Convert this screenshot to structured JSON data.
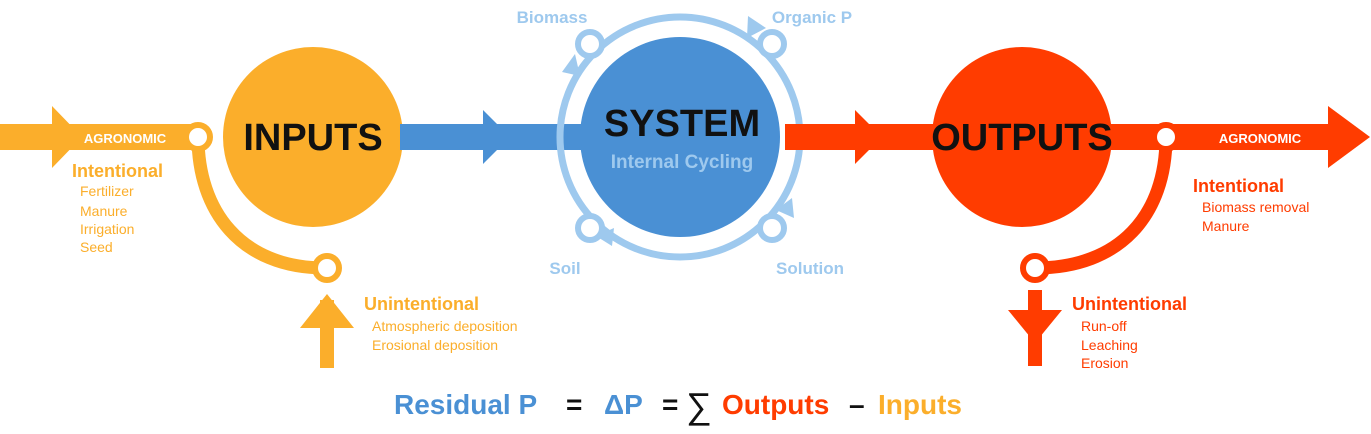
{
  "colors": {
    "inputs": "#fbae2b",
    "system": "#4a90d4",
    "system_light": "#9ec9ee",
    "outputs": "#ff3c00",
    "text_dark": "#111111",
    "white": "#ffffff"
  },
  "icons": {
    "node": "open-circle-node",
    "arrowhead": "triangle-arrowhead"
  },
  "inputs": {
    "title": "INPUTS",
    "agronomic_label": "AGRONOMIC",
    "intentional": {
      "heading": "Intentional",
      "items": [
        "Fertilizer",
        "Manure",
        "Irrigation",
        "Seed"
      ]
    },
    "unintentional": {
      "heading": "Unintentional",
      "items": [
        "Atmospheric deposition",
        "Erosional deposition"
      ]
    }
  },
  "system": {
    "title": "SYSTEM",
    "subtitle": "Internal Cycling",
    "pools": [
      "Biomass",
      "Organic P",
      "Solution",
      "Soil"
    ]
  },
  "outputs": {
    "title": "OUTPUTS",
    "agronomic_label": "AGRONOMIC",
    "intentional": {
      "heading": "Intentional",
      "items": [
        "Biomass removal",
        "Manure"
      ]
    },
    "unintentional": {
      "heading": "Unintentional",
      "items": [
        "Run-off",
        "Leaching",
        "Erosion"
      ]
    }
  },
  "equation": {
    "residual": "Residual P",
    "equals1": "=",
    "delta": "ΔP",
    "equals2": "=",
    "sum": "∑",
    "outputs": "Outputs",
    "minus": "–",
    "inputs": "Inputs"
  }
}
